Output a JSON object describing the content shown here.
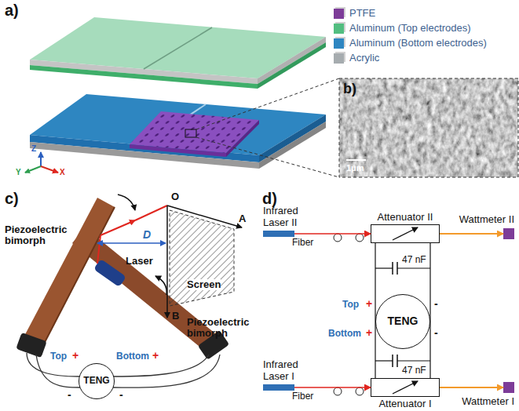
{
  "diagram": {
    "nodes": [
      {
        "text": [
          "TENG"
        ]
      },
      {
        "text": [
          "Infrared Laser II"
        ]
      },
      {
        "text": [
          "Attenuator II"
        ]
      },
      {
        "text": [
          "Wattmeter II"
        ]
      },
      {
        "text": [
          "TENG"
        ]
      },
      {
        "text": [
          "Infrared Laser I"
        ]
      },
      {
        "text": [
          "Attenuator I"
        ]
      },
      {
        "text": [
          "Wattmeter I"
        ]
      }
    ],
    "edges": [
      {
        "from": 1,
        "to": 2,
        "arrow": "to",
        "label": "Fiber"
      },
      {
        "from": 2,
        "to": 3,
        "arrow": "to"
      },
      {
        "from": 2,
        "to": 4,
        "arrow": "none"
      },
      {
        "from": 2,
        "to": 4,
        "arrow": "none"
      },
      {
        "from": 4,
        "to": 6,
        "arrow": "none"
      },
      {
        "from": 4,
        "to": 6,
        "arrow": "none"
      },
      {
        "from": 5,
        "to": 6,
        "arrow": "to",
        "label": "Fiber"
      },
      {
        "from": 6,
        "to": 7,
        "arrow": "to"
      }
    ],
    "labels": [
      "a)",
      "Z",
      "Y",
      "X",
      "b)",
      "1μm",
      "c)",
      "Piezoelectric bimorph",
      "Piezoelectric bimorph",
      "Laser",
      "D",
      "O",
      "A",
      "B",
      "Screen",
      "Top",
      "+",
      "Bottom",
      "+",
      "-",
      "-",
      "d)",
      "47 nF",
      "47 nF",
      "Top",
      "+",
      "-",
      "Bottom",
      "+",
      "-"
    ],
    "legend": [
      {
        "text": "PTFE",
        "color": "#7d3c98"
      },
      {
        "text": "Aluminum (Top electrodes)",
        "color": "#52be80"
      },
      {
        "text": "Aluminum (Bottom electrodes)",
        "color": "#2e86c1"
      },
      {
        "text": "Acrylic",
        "color": "#a6acaf"
      }
    ]
  }
}
